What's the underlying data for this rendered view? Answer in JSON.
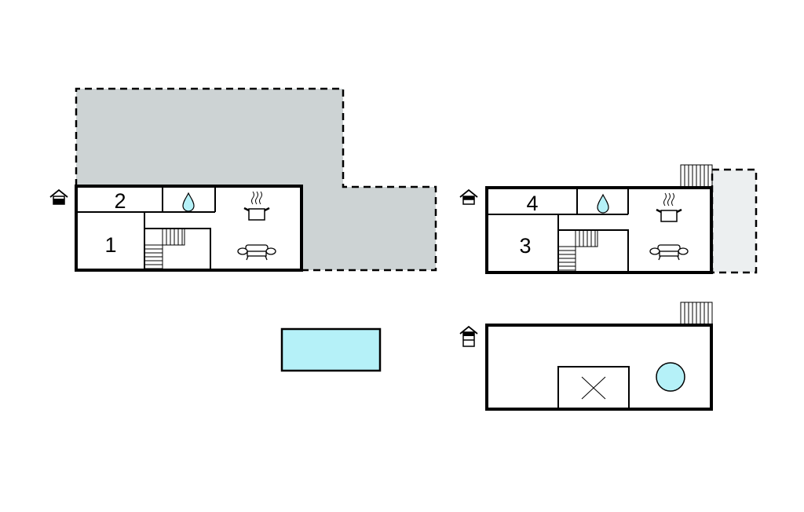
{
  "colors": {
    "terrace": "#cdd3d4",
    "terrace_light": "#eceff0",
    "water": "#b5f1f8",
    "wall": "#000000"
  },
  "plan_left": {
    "room_upper_label": "2",
    "room_lower_label": "1"
  },
  "plan_right": {
    "room_upper_label": "4",
    "room_lower_label": "3"
  },
  "icons": [
    "house-floor-icon",
    "water-drop-icon",
    "cooking-pot-icon",
    "sofa-icon",
    "stairs-icon",
    "pool",
    "hot-tub-icon",
    "void-x-icon"
  ]
}
